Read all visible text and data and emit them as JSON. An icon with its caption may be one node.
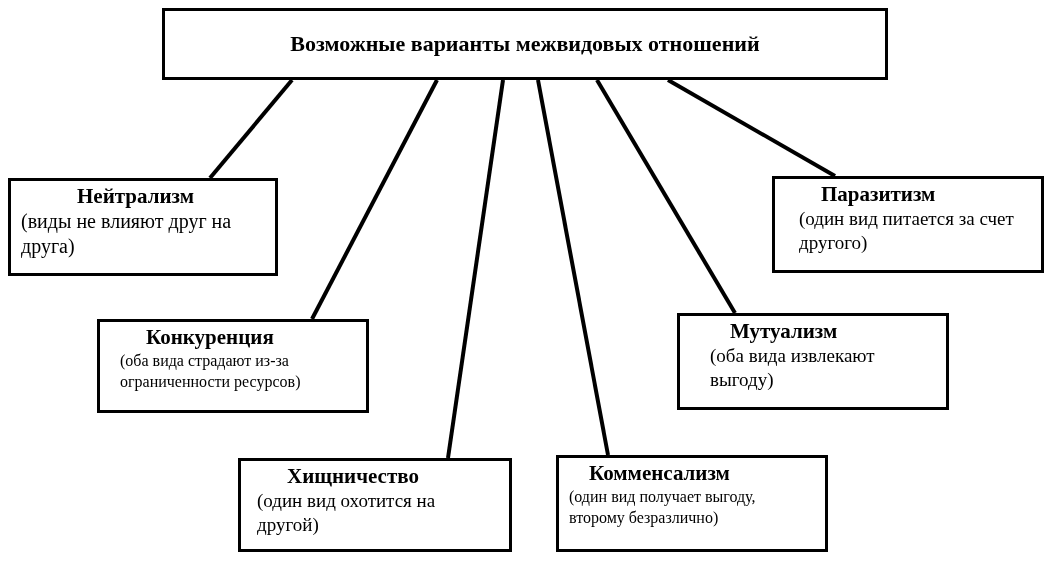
{
  "diagram": {
    "nodes": [
      {
        "text": [
          "Возможные варианты межвидовых отношений"
        ]
      },
      {
        "text": [
          "Нейтрализм",
          "(виды не влияют друг на друга)"
        ]
      },
      {
        "text": [
          "Конкуренция",
          "(оба вида страдают из-за ограниченности ресурсов)"
        ]
      },
      {
        "text": [
          "Хищничество",
          "(один вид охотится на другой)"
        ]
      },
      {
        "text": [
          "Комменсализм",
          "(один вид получает выгоду, второму безразлично)"
        ]
      },
      {
        "text": [
          "Мутуализм",
          "(оба вида извлекают выгоду)"
        ]
      },
      {
        "text": [
          "Паразитизм",
          "(один вид питается за счет другого)"
        ]
      }
    ],
    "edges": [
      {
        "from": 0,
        "to": 1,
        "arrow": "none"
      },
      {
        "from": 0,
        "to": 2,
        "arrow": "none"
      },
      {
        "from": 0,
        "to": 3,
        "arrow": "none"
      },
      {
        "from": 0,
        "to": 4,
        "arrow": "none"
      },
      {
        "from": 0,
        "to": 5,
        "arrow": "none"
      },
      {
        "from": 0,
        "to": 6,
        "arrow": "none"
      }
    ]
  }
}
